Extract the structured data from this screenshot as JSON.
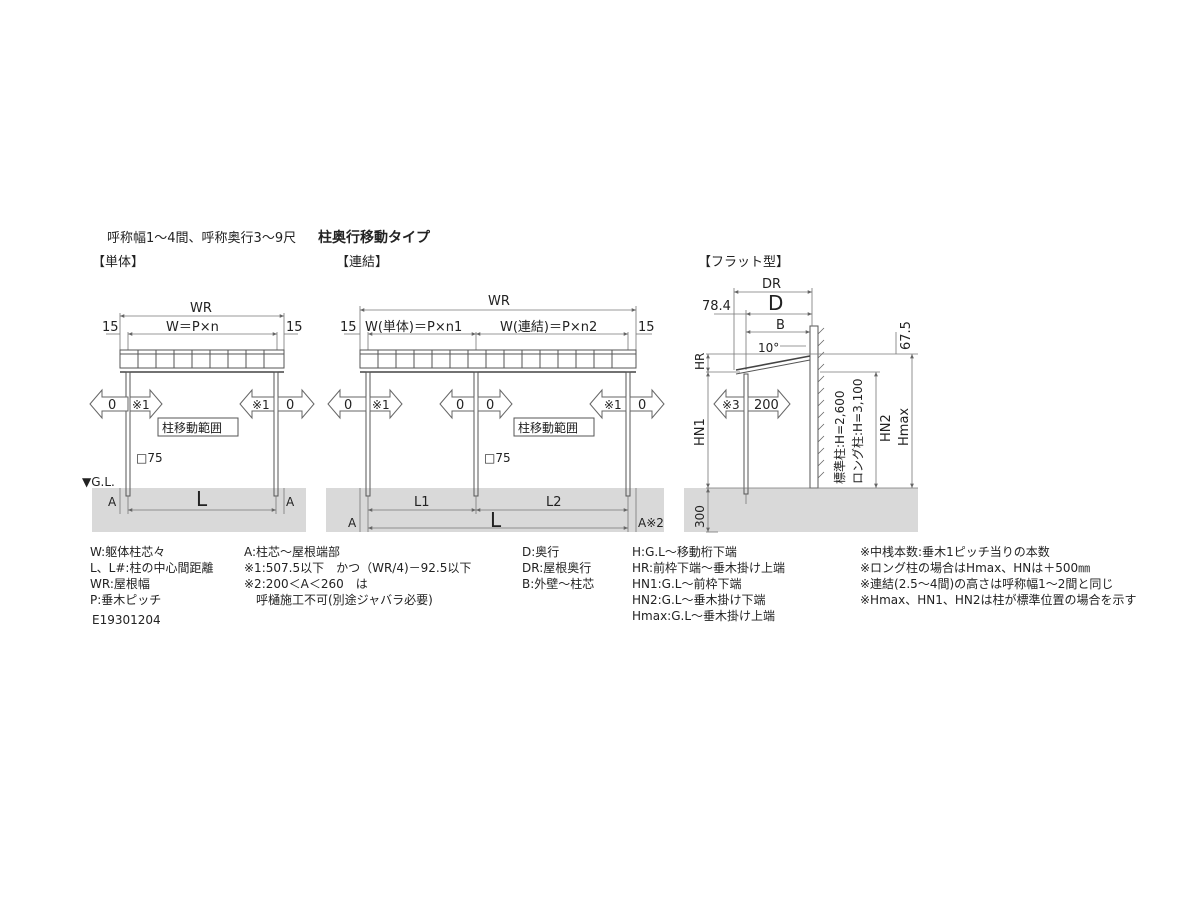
{
  "header": {
    "subtitle": "呼称幅1～4間、呼称奥行3～9尺",
    "type_name": "柱奥行移動タイプ",
    "section_single": "【単体】",
    "section_linked": "【連結】",
    "section_flat": "【フラット型】"
  },
  "single": {
    "wr": "WR",
    "left15": "15",
    "right15": "15",
    "w_formula": "W＝P×n",
    "arrow_left": "0",
    "mark_left": "※1",
    "mark_right": "※1",
    "arrow_right": "0",
    "range_label": "柱移動範囲",
    "post_size": "□75",
    "gl": "▼G.L.",
    "a_left": "A",
    "l": "L",
    "a_right": "A"
  },
  "linked": {
    "wr": "WR",
    "left15": "15",
    "right15": "15",
    "w_single": "W(単体)＝P×n1",
    "w_linked": "W(連結)＝P×n2",
    "arrow1": "0",
    "mark1": "※1",
    "arrow2": "0",
    "arrow3": "0",
    "mark2": "※1",
    "arrow4": "0",
    "range_label": "柱移動範囲",
    "post_size": "□75",
    "l1": "L1",
    "l2": "L2",
    "a_left": "A",
    "l": "L",
    "a_right": "A※2"
  },
  "flat": {
    "dr": "DR",
    "d": "D",
    "b": "B",
    "dim784": "78.4",
    "angle": "10°",
    "hr": "HR",
    "hn1": "HN1",
    "mark3": "※3",
    "dim200": "200",
    "std_post": "標準柱:H=2,600",
    "long_post": "ロング柱:H=3,100",
    "hn2": "HN2",
    "hmax": "Hmax",
    "dim675": "67.5",
    "dim300": "300"
  },
  "legend": {
    "col1": [
      "W:躯体柱芯々",
      "L、L#:柱の中心間距離",
      "WR:屋根幅",
      "P:垂木ピッチ"
    ],
    "code": "E19301204",
    "col2": [
      "A:柱芯～屋根端部",
      "※1:507.5以下　かつ（WR/4)－92.5以下",
      "※2:200＜A＜260　は",
      "　呼樋施工不可(別途ジャバラ必要)"
    ],
    "col3": [
      "D:奥行",
      "DR:屋根奥行",
      "B:外壁～柱芯"
    ],
    "col4": [
      "H:G.L～移動桁下端",
      "HR:前枠下端～垂木掛け上端",
      "HN1:G.L～前枠下端",
      "HN2:G.L～垂木掛け下端",
      "Hmax:G.L～垂木掛け上端"
    ],
    "col5": [
      "※中桟本数:垂木1ピッチ当りの本数",
      "※ロング柱の場合はHmax、HNは＋500㎜",
      "※連結(2.5～4間)の高さは呼称幅1～2間と同じ",
      "※Hmax、HN1、HN2は柱が標準位置の場合を示す"
    ]
  }
}
